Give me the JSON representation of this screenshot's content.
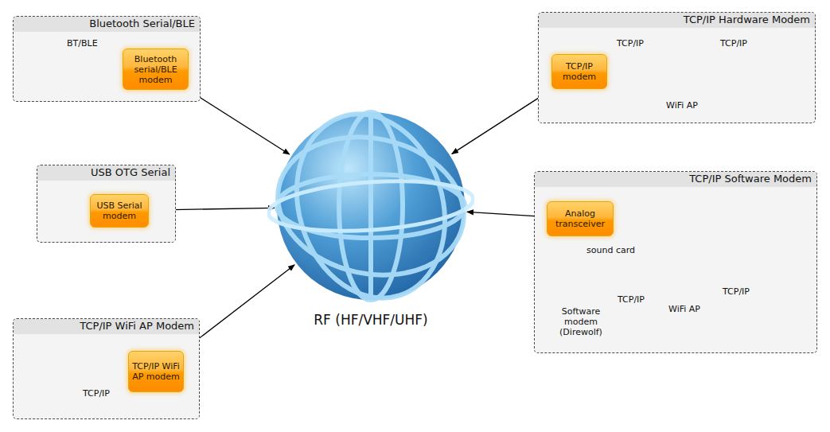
{
  "diagram": {
    "nodes": [
      {
        "text": [
          "Bluetooth Serial/BLE"
        ]
      },
      {
        "text": [
          "Bluetooth serial/BLE modem"
        ],
        "in": 0
      },
      {
        "text": [
          "TCP/IP Hardware Modem"
        ]
      },
      {
        "text": [
          "TCP/IP modem"
        ],
        "in": 2
      },
      {
        "text": [
          "USB OTG Serial"
        ]
      },
      {
        "text": [
          "USB Serial modem"
        ],
        "in": 4
      },
      {
        "text": [
          "RF (HF/VHF/UHF)"
        ]
      },
      {
        "text": [
          "TCP/IP Software Modem"
        ]
      },
      {
        "text": [
          "Analog transceiver"
        ],
        "in": 7
      },
      {
        "text": [
          "TCP/IP WiFi AP Modem"
        ]
      },
      {
        "text": [
          "TCP/IP WiFi AP modem"
        ],
        "in": 9
      }
    ],
    "edges": [
      {
        "from": 1,
        "to": 6,
        "arrow": "both"
      },
      {
        "from": 3,
        "to": 6,
        "arrow": "both"
      },
      {
        "from": 5,
        "to": 6,
        "arrow": "both"
      },
      {
        "from": 8,
        "to": 6,
        "arrow": "both"
      },
      {
        "from": 10,
        "to": 6,
        "arrow": "both"
      }
    ],
    "labels": [
      "BT/BLE",
      "TCP/IP",
      "TCP/IP",
      "WiFi AP",
      "sound card",
      "Software modem (Direwolf)",
      "TCP/IP",
      "WiFi AP",
      "TCP/IP",
      "TCP/IP"
    ]
  }
}
